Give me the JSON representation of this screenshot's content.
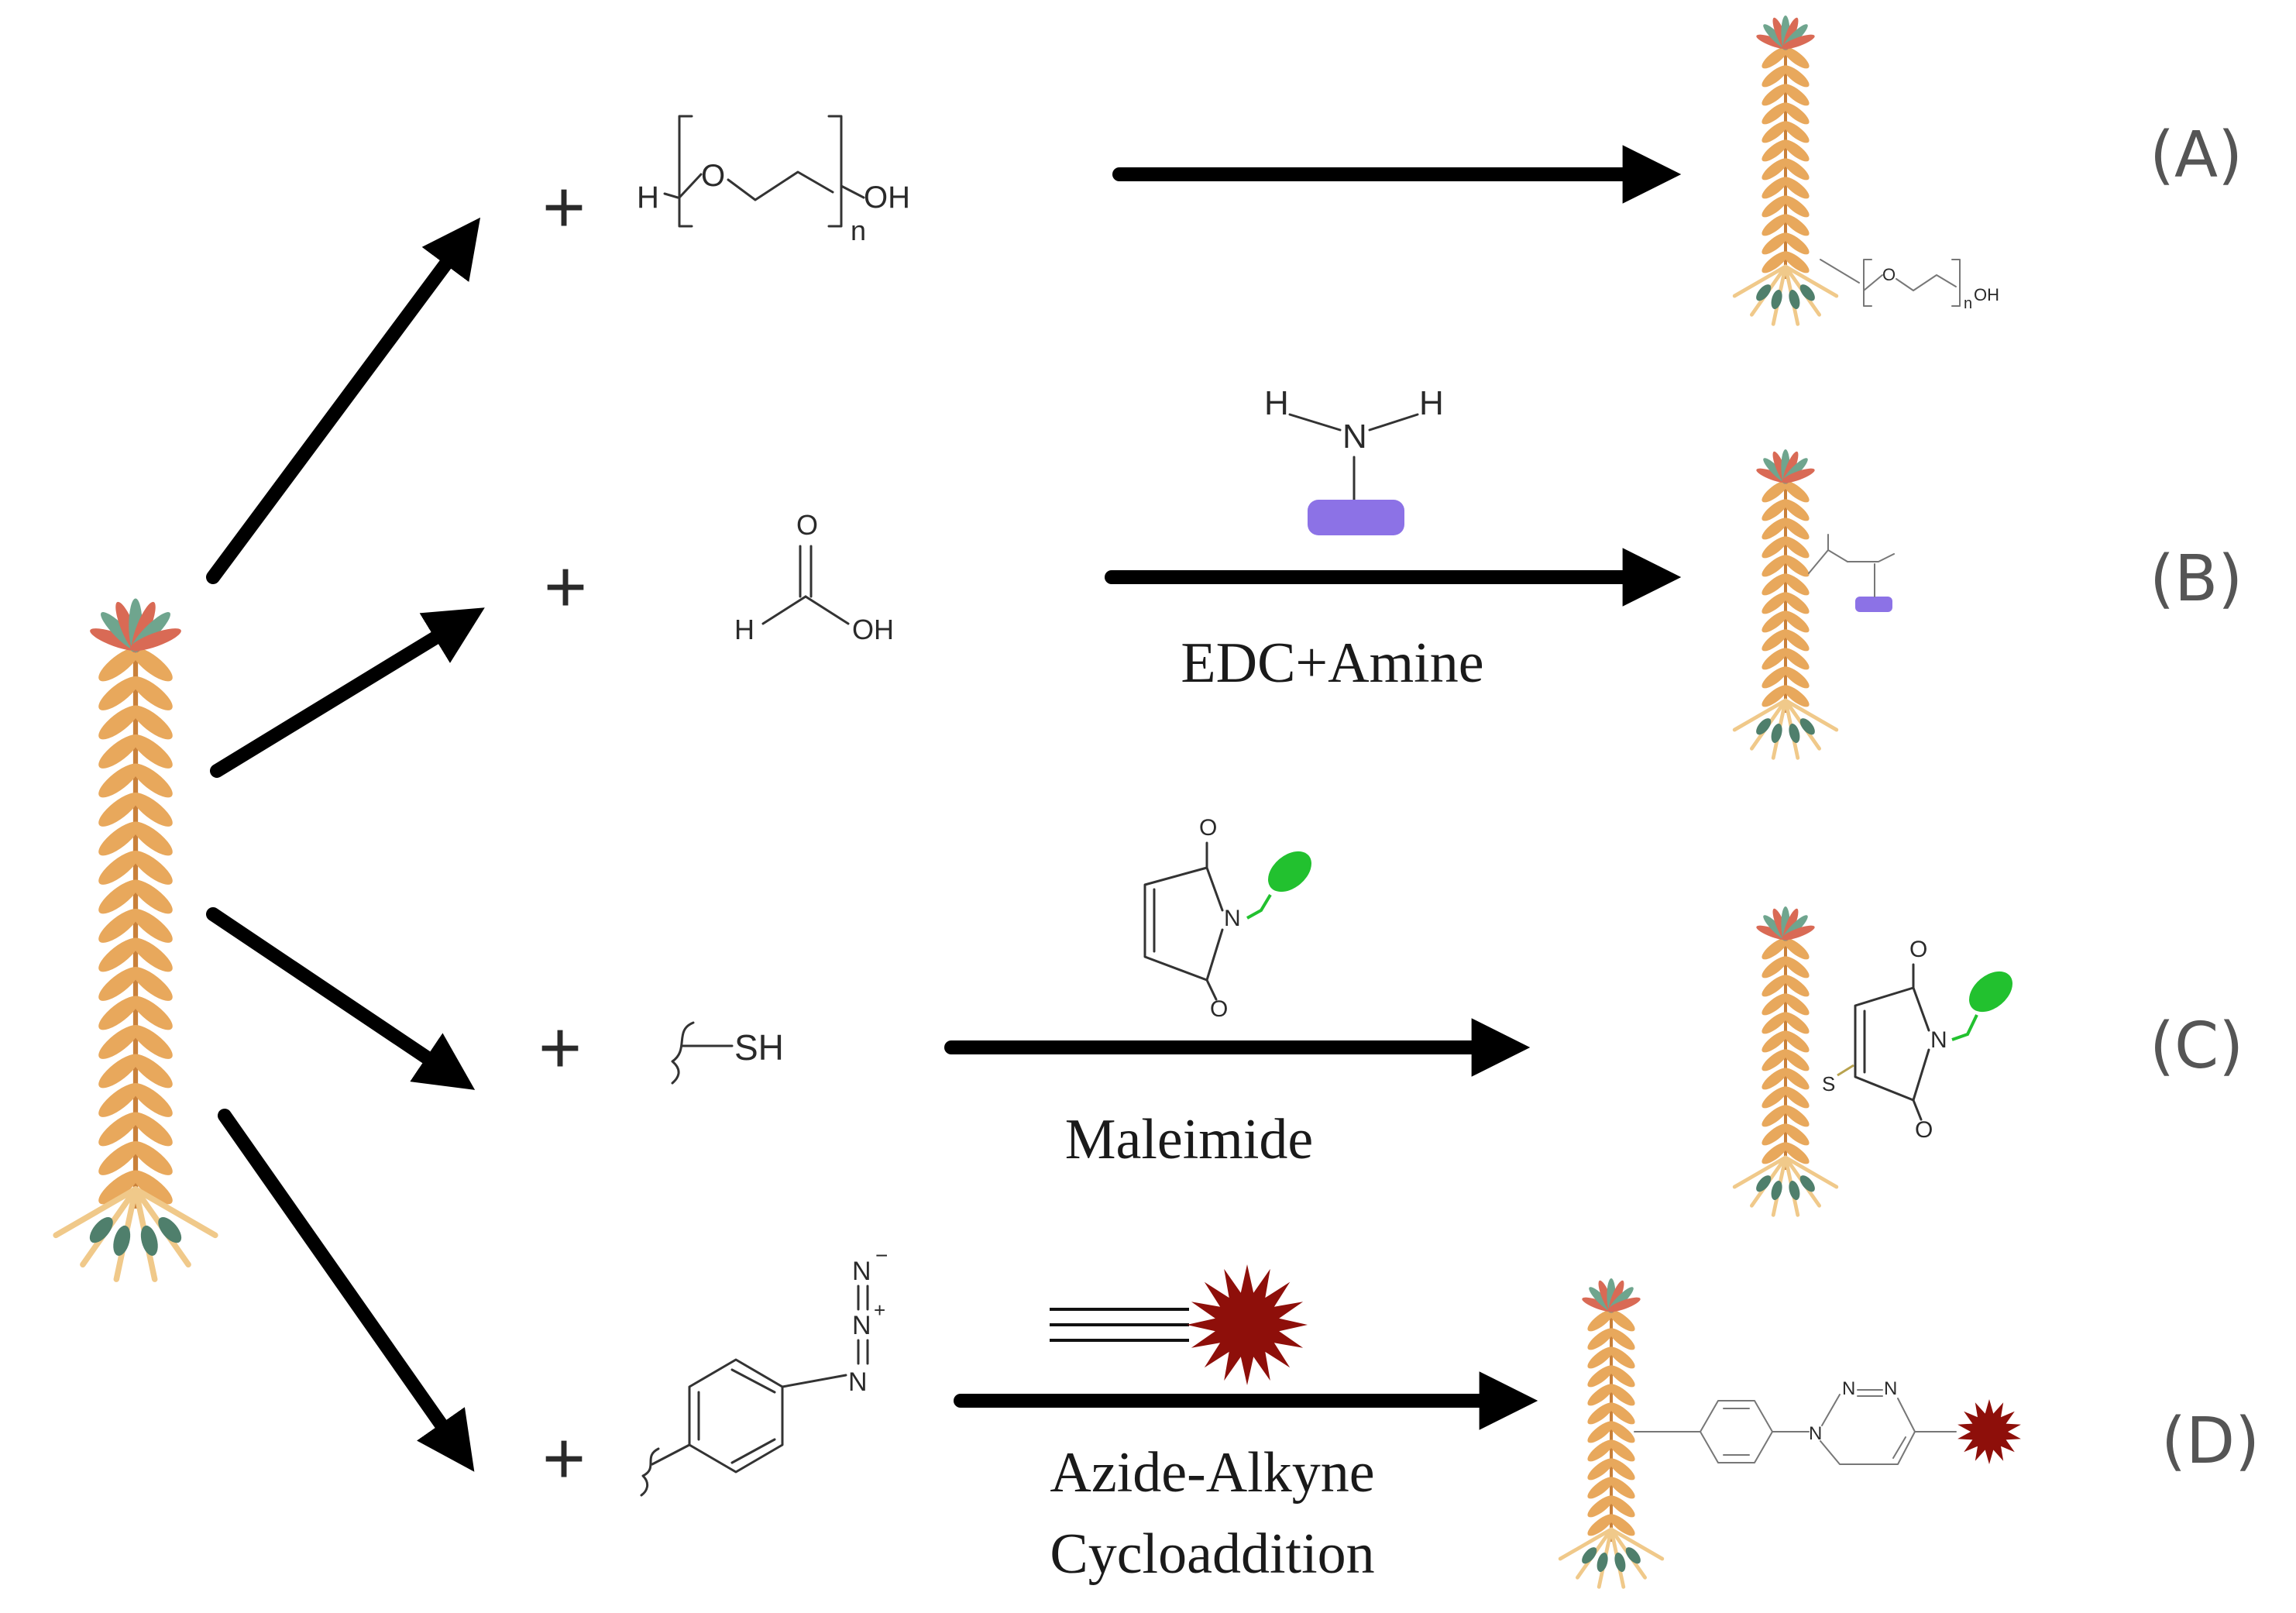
{
  "colors": {
    "stalk": "#E8A85C",
    "stalk_dark": "#C9803A",
    "tip_red": "#D96A55",
    "tip_green": "#6FA58E",
    "root": "#F0C98A",
    "root_green": "#4F7F6C",
    "amine_block": "#8C72E6",
    "maleimide_tag": "#22C12F",
    "alkyne_star": "#8E0F0A",
    "arrow": "#000000"
  },
  "reactions": [
    {
      "id": "A",
      "label": "(A)",
      "plus": "+",
      "reagent": {
        "h": "H",
        "o": "O",
        "n": "n",
        "oh": "OH"
      },
      "condition": "",
      "product": {
        "o": "O",
        "n": "n",
        "oh": "OH"
      }
    },
    {
      "id": "B",
      "label": "(B)",
      "plus": "+",
      "reagent": {
        "o_top": "O",
        "h": "H",
        "oh": "OH"
      },
      "condition_atoms": {
        "h_left": "H",
        "n": "N",
        "h_right": "H"
      },
      "condition": "EDC+Amine"
    },
    {
      "id": "C",
      "label": "(C)",
      "plus": "+",
      "reagent": {
        "sh": "SH"
      },
      "condition_atoms": {
        "o_top": "O",
        "n": "N",
        "o_bottom": "O"
      },
      "condition": "Maleimide",
      "product_atoms": {
        "o_top": "O",
        "n": "N",
        "o_bottom": "O",
        "s": "S"
      }
    },
    {
      "id": "D",
      "label": "(D)",
      "plus": "+",
      "reagent": {
        "n1": "N",
        "n2": "N",
        "n3": "N",
        "minus": "−",
        "plus": "+"
      },
      "condition": [
        "Azide-Alkyne",
        "Cycloaddition"
      ],
      "product_atoms": {
        "n1": "N",
        "n2": "N",
        "n3": "N"
      }
    }
  ]
}
